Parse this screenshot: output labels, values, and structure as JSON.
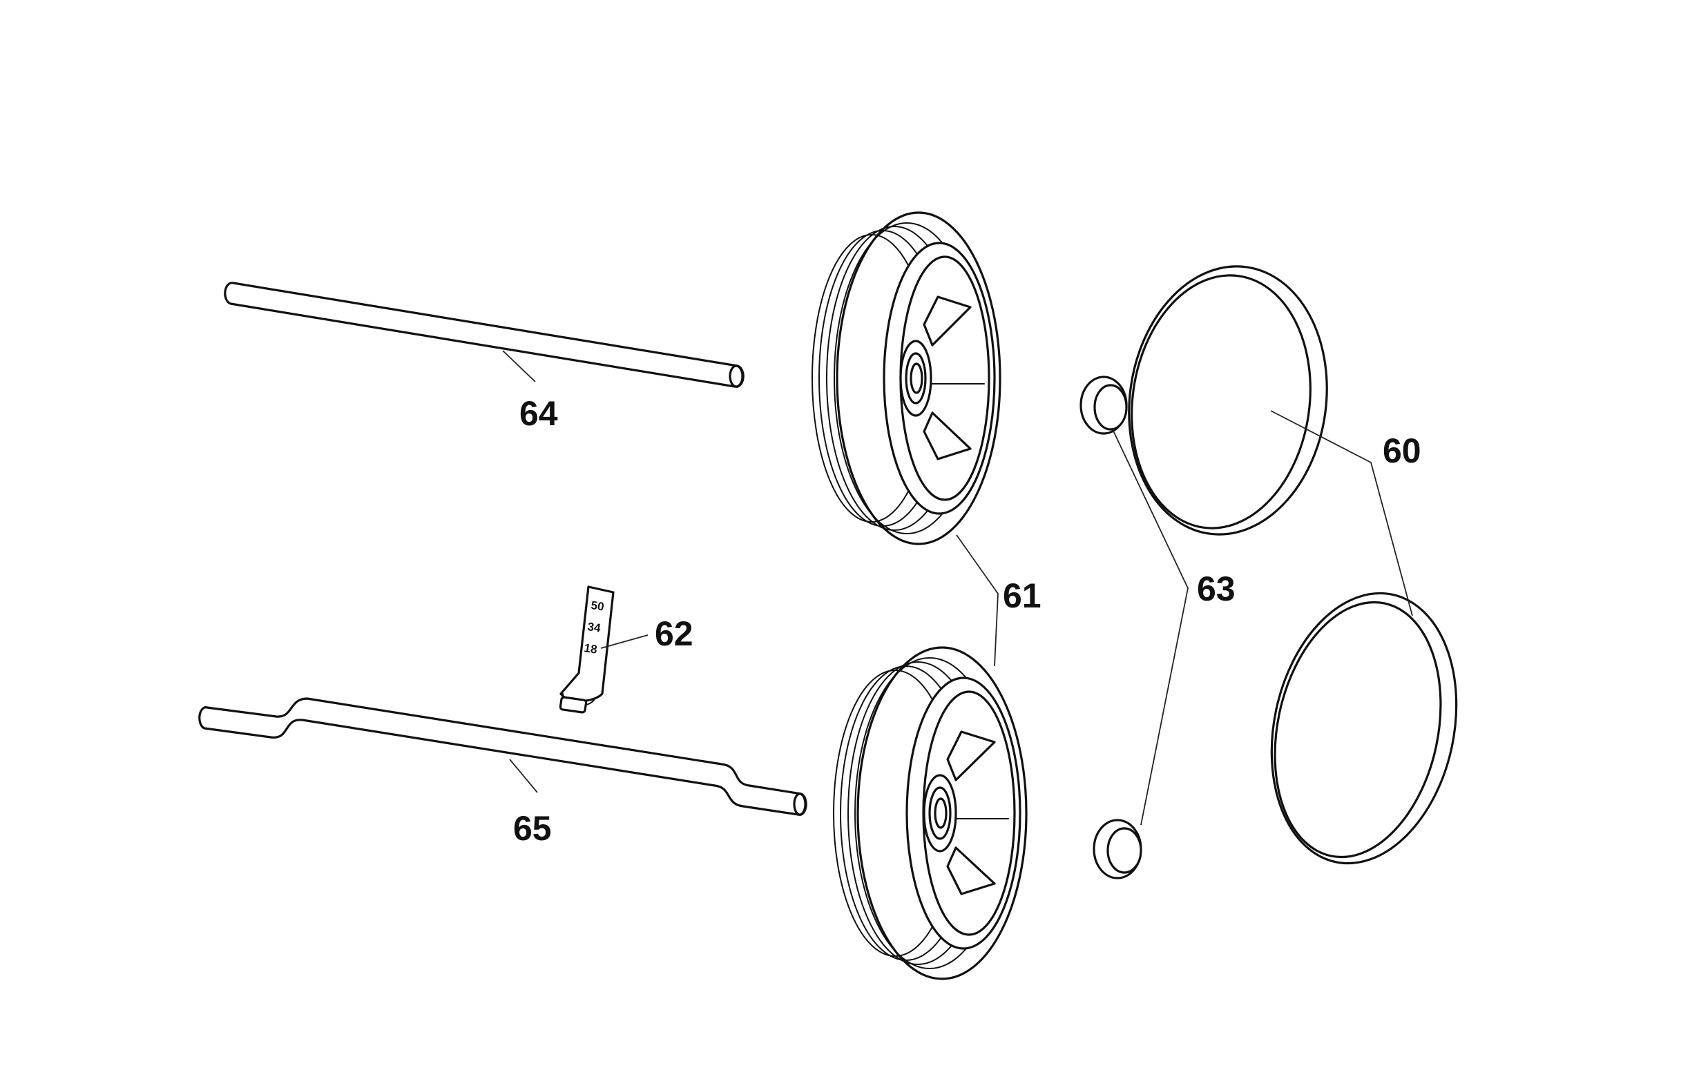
{
  "colors": {
    "line": "#111111",
    "background": "#ffffff"
  },
  "labels": {
    "part_60": "60",
    "part_61": "61",
    "part_62": "62",
    "part_63": "63",
    "part_64": "64",
    "part_65": "65"
  },
  "height_tag": {
    "mark_1": "50",
    "mark_2": "34",
    "mark_3": "18"
  }
}
